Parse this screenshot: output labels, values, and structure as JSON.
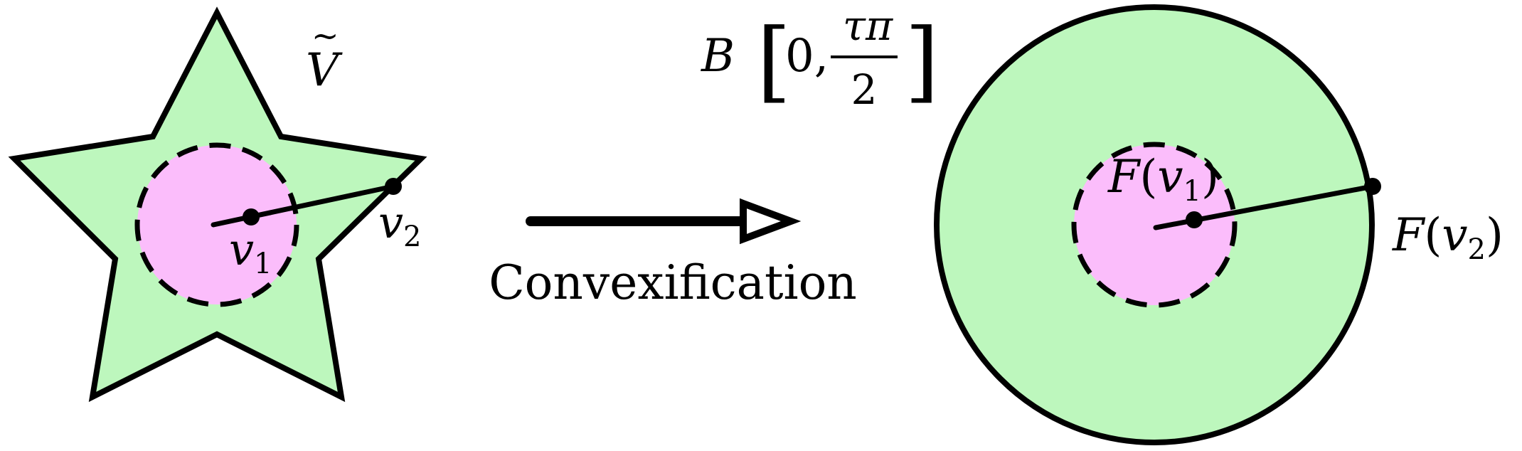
{
  "colors": {
    "region_fill": "#bdf7bd",
    "inner_disk_fill": "#fbbdfb",
    "stroke": "#000000",
    "background": "#ffffff"
  },
  "left_figure": {
    "set_label": {
      "letter": "V",
      "accent": "~"
    },
    "point_a": {
      "base": "v",
      "subscript": "1"
    },
    "point_b": {
      "base": "v",
      "subscript": "2"
    }
  },
  "arrow": {
    "caption": "Convexification"
  },
  "right_figure": {
    "ball_label": {
      "letter": "B",
      "left_bracket": "[",
      "zero": "0,",
      "numerator": "τπ",
      "denominator": "2",
      "right_bracket": "]"
    },
    "point_a": {
      "func": "F",
      "open": "(",
      "base": "v",
      "subscript": "1",
      "close": ")"
    },
    "point_b": {
      "func": "F",
      "open": "(",
      "base": "v",
      "subscript": "2",
      "close": ")"
    }
  }
}
